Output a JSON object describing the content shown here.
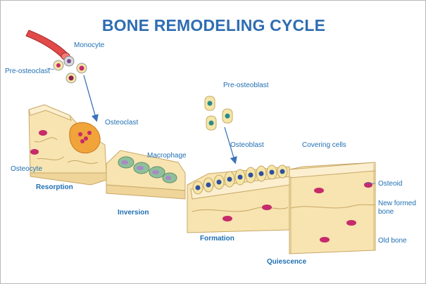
{
  "title": "BONE REMODELING CYCLE",
  "colors": {
    "title": "#2f6db2",
    "label": "#1f6fb3",
    "bone_top": "#f7e4b1",
    "bone_side": "#efd59a",
    "bone_line": "#c9a766",
    "osteocyte": "#c72a6b",
    "osteoblast": "#2f4fa0",
    "macrophage": "#8fbf9a",
    "arrow": "#3a73b8"
  },
  "cells": {
    "monocyte": "Monocyte",
    "pre_osteoclast": "Pre-osteoclast",
    "osteoclast": "Osteoclast",
    "osteocyte": "Osteocyte",
    "macrophage": "Macrophage",
    "pre_osteoblast": "Pre-osteoblast",
    "osteoblast": "Osteoblast",
    "covering_cells": "Covering cells"
  },
  "layers": {
    "osteoid": "Osteoid",
    "new_formed_bone_line1": "New formed",
    "new_formed_bone_line2": "bone",
    "old_bone": "Old bone"
  },
  "phases": {
    "resorption": "Resorption",
    "inversion": "Inversion",
    "formation": "Formation",
    "quiescence": "Quiescence"
  }
}
